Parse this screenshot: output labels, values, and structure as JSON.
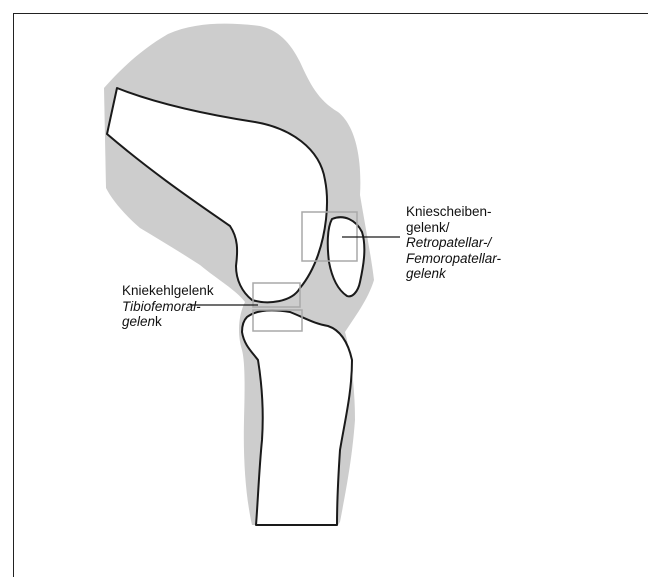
{
  "labels": {
    "knee_hollow_joint": {
      "line1": "Kniekehlgelenk",
      "line2": "Tibiofemoral-",
      "line3_italic": "gelen",
      "line3_normal": "k"
    },
    "kneecap_joint": {
      "line1": "Kniescheiben-",
      "line2": "gelenk/",
      "line3": "Retropatellar-/",
      "line4": "Femoropatellar-",
      "line5": "gelenk"
    }
  },
  "colors": {
    "soft_tissue": "#cdcdcd",
    "bone_fill": "#ffffff",
    "outline": "#1a1a1a",
    "highlight_box": "#a9a9a9"
  }
}
